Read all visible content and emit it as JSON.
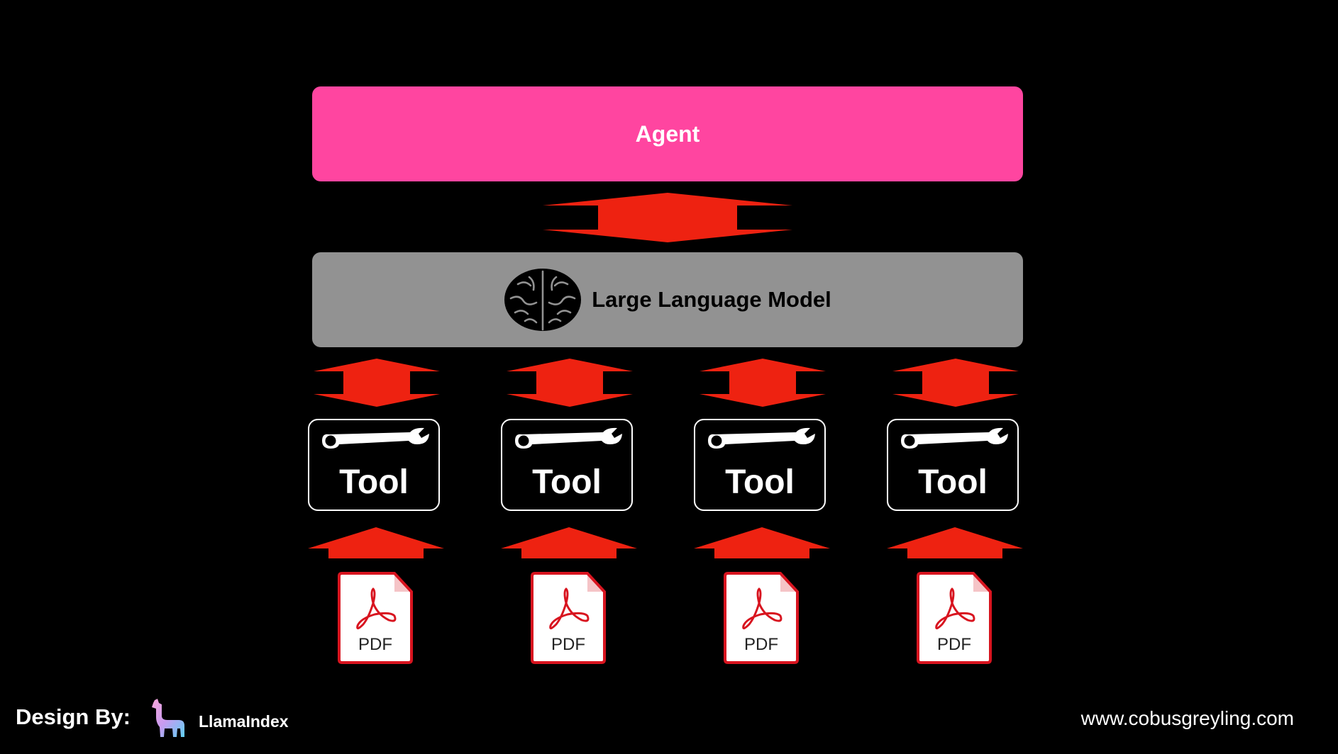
{
  "agent": {
    "label": "Agent",
    "color": "#ff45a0"
  },
  "llm": {
    "label": "Large Language Model",
    "color": "#929292",
    "icon": "brain-icon"
  },
  "arrow_color": "#ee2211",
  "tools": [
    {
      "label": "Tool",
      "icon": "wrench-icon"
    },
    {
      "label": "Tool",
      "icon": "wrench-icon"
    },
    {
      "label": "Tool",
      "icon": "wrench-icon"
    },
    {
      "label": "Tool",
      "icon": "wrench-icon"
    }
  ],
  "documents": [
    {
      "label": "PDF",
      "icon": "pdf-file-icon"
    },
    {
      "label": "PDF",
      "icon": "pdf-file-icon"
    },
    {
      "label": "PDF",
      "icon": "pdf-file-icon"
    },
    {
      "label": "PDF",
      "icon": "pdf-file-icon"
    }
  ],
  "footer": {
    "design_by": "Design By:",
    "brand": "LlamaIndex",
    "brand_icon": "llama-icon",
    "url": "www.cobusgreyling.com"
  }
}
